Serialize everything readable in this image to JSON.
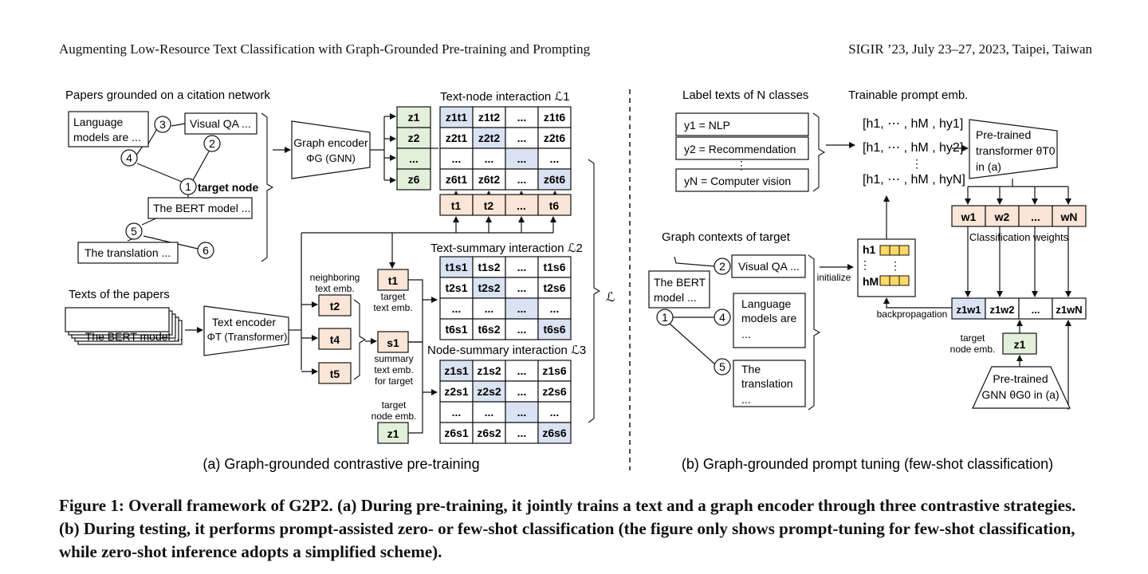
{
  "header": {
    "left": "Augmenting Low-Resource Text Classification with Graph-Grounded Pre-training and Prompting",
    "right": "SIGIR ’23, July 23–27, 2023, Taipei, Taiwan"
  },
  "left": {
    "papers_title": "Papers grounded on a citation network",
    "paper_lang_1": "Language",
    "paper_lang_2": "models are ...",
    "paper_vqa": "Visual QA ...",
    "paper_bert": "The BERT model ...",
    "paper_trans": "The translation ...",
    "target_label": "target node",
    "n1": "1",
    "n2": "2",
    "n3": "3",
    "n4": "4",
    "n5": "5",
    "n6": "6",
    "texts_title": "Texts of the papers",
    "texts_stack": "The BERT model ...",
    "graph_enc_1": "Graph encoder",
    "graph_enc_2": "ΦG (GNN)",
    "text_enc_1": "Text encoder",
    "text_enc_2": "ΦT (Transformer)",
    "z_col": [
      "z1",
      "z2",
      "...",
      "z6"
    ],
    "tn_title": "Text-node interaction ℒ1",
    "tn_grid": [
      [
        "z1t1",
        "z1t2",
        "...",
        "z1t6"
      ],
      [
        "z2t1",
        "z2t2",
        "...",
        "z2t6"
      ],
      [
        "...",
        "...",
        "...",
        "..."
      ],
      [
        "z6t1",
        "z6t2",
        "...",
        "z6t6"
      ]
    ],
    "t_row": [
      "t1",
      "t2",
      "...",
      "t6"
    ],
    "ts_title": "Text-summary interaction ℒ2",
    "ts_grid": [
      [
        "t1s1",
        "t1s2",
        "...",
        "t1s6"
      ],
      [
        "t2s1",
        "t2s2",
        "...",
        "t2s6"
      ],
      [
        "...",
        "...",
        "...",
        "..."
      ],
      [
        "t6s1",
        "t6s2",
        "...",
        "t6s6"
      ]
    ],
    "ns_title": "Node-summary interaction ℒ3",
    "ns_grid": [
      [
        "z1s1",
        "z1s2",
        "...",
        "z1s6"
      ],
      [
        "z2s1",
        "z2s2",
        "...",
        "z2s6"
      ],
      [
        "...",
        "...",
        "...",
        "..."
      ],
      [
        "z6s1",
        "z6s2",
        "...",
        "z6s6"
      ]
    ],
    "neigh_1": "neighboring",
    "neigh_2": "text emb.",
    "t2": "t2",
    "t4": "t4",
    "t5": "t5",
    "t1": "t1",
    "s1": "s1",
    "z1": "z1",
    "target_text_1": "target",
    "target_text_2": "text emb.",
    "summary_1": "summary",
    "summary_2": "text emb.",
    "summary_3": "for target",
    "target_node_1": "target",
    "target_node_2": "node emb.",
    "L": "ℒ",
    "caption_a": "(a) Graph-grounded contrastive pre-training"
  },
  "right": {
    "label_title": "Label texts of N classes",
    "y1": "y1 = NLP",
    "y2": "y2 = Recommendation",
    "yN": "yN = Computer vision",
    "vdots": "⋮",
    "prompt_title": "Trainable prompt emb.",
    "p1": "[h1, ⋯ , hM , hy1]",
    "p2": "[h1, ⋯ , hM , hy2]",
    "pN": "[h1, ⋯ , hM , hyN]",
    "pt_1": "Pre-trained",
    "pt_2": "transformer θT0",
    "pt_3": "in (a)",
    "w_row": [
      "w1",
      "w2",
      "...",
      "wN"
    ],
    "cls_weights": "Classification weights",
    "graph_ctx_title": "Graph contexts of target",
    "bert_1": "The BERT",
    "bert_2": "model ...",
    "ctx_vqa": "Visual QA ...",
    "ctx_lang_1": "Language",
    "ctx_lang_2": "models are",
    "ctx_lang_3": "...",
    "ctx_trans_1": "The",
    "ctx_trans_2": "translation",
    "ctx_trans_3": "...",
    "n1": "1",
    "n2": "2",
    "n4": "4",
    "n5": "5",
    "initialize": "initialize",
    "h1": "h1",
    "hM": "hM",
    "backprop": "backpropagation",
    "zw_row": [
      "z1w1",
      "z1w2",
      "...",
      "z1wN"
    ],
    "target_node_1": "target",
    "target_node_2": "node emb.",
    "z1": "z1",
    "gnn_1": "Pre-trained",
    "gnn_2": "GNN θG0 in (a)",
    "caption_b": "(b) Graph-grounded prompt tuning (few-shot classification)"
  },
  "caption": "Figure 1: Overall framework of G2P2. (a) During pre-training, it jointly trains a text and a graph encoder through three contrastive strategies. (b) During testing, it performs prompt-assisted zero- or few-shot classification (the figure only shows prompt-tuning for few-shot classification, while zero-shot inference adopts a simplified scheme).",
  "colors": {
    "green": "#e2efda",
    "orange": "#fbe5d6",
    "blue": "#dae3f3",
    "yellow": "#ffd966"
  }
}
